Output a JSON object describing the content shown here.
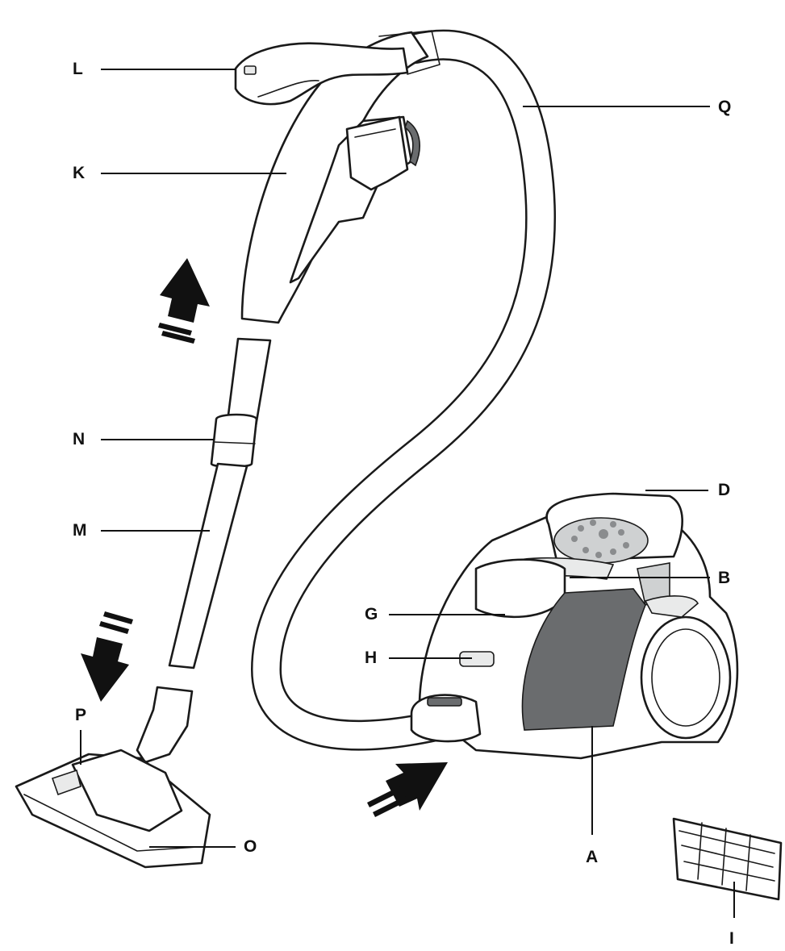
{
  "labels": {
    "L": "L",
    "Q": "Q",
    "K": "K",
    "N": "N",
    "M": "M",
    "D": "D",
    "B": "B",
    "G": "G",
    "H": "H",
    "P": "P",
    "O": "O",
    "A": "A",
    "I": "I"
  },
  "colors": {
    "outline": "#1a1a1a",
    "fill": "#ffffff",
    "panel_grey": "#cfd1d2",
    "dark_panel": "#6a6c6e",
    "arrow": "#111111"
  }
}
